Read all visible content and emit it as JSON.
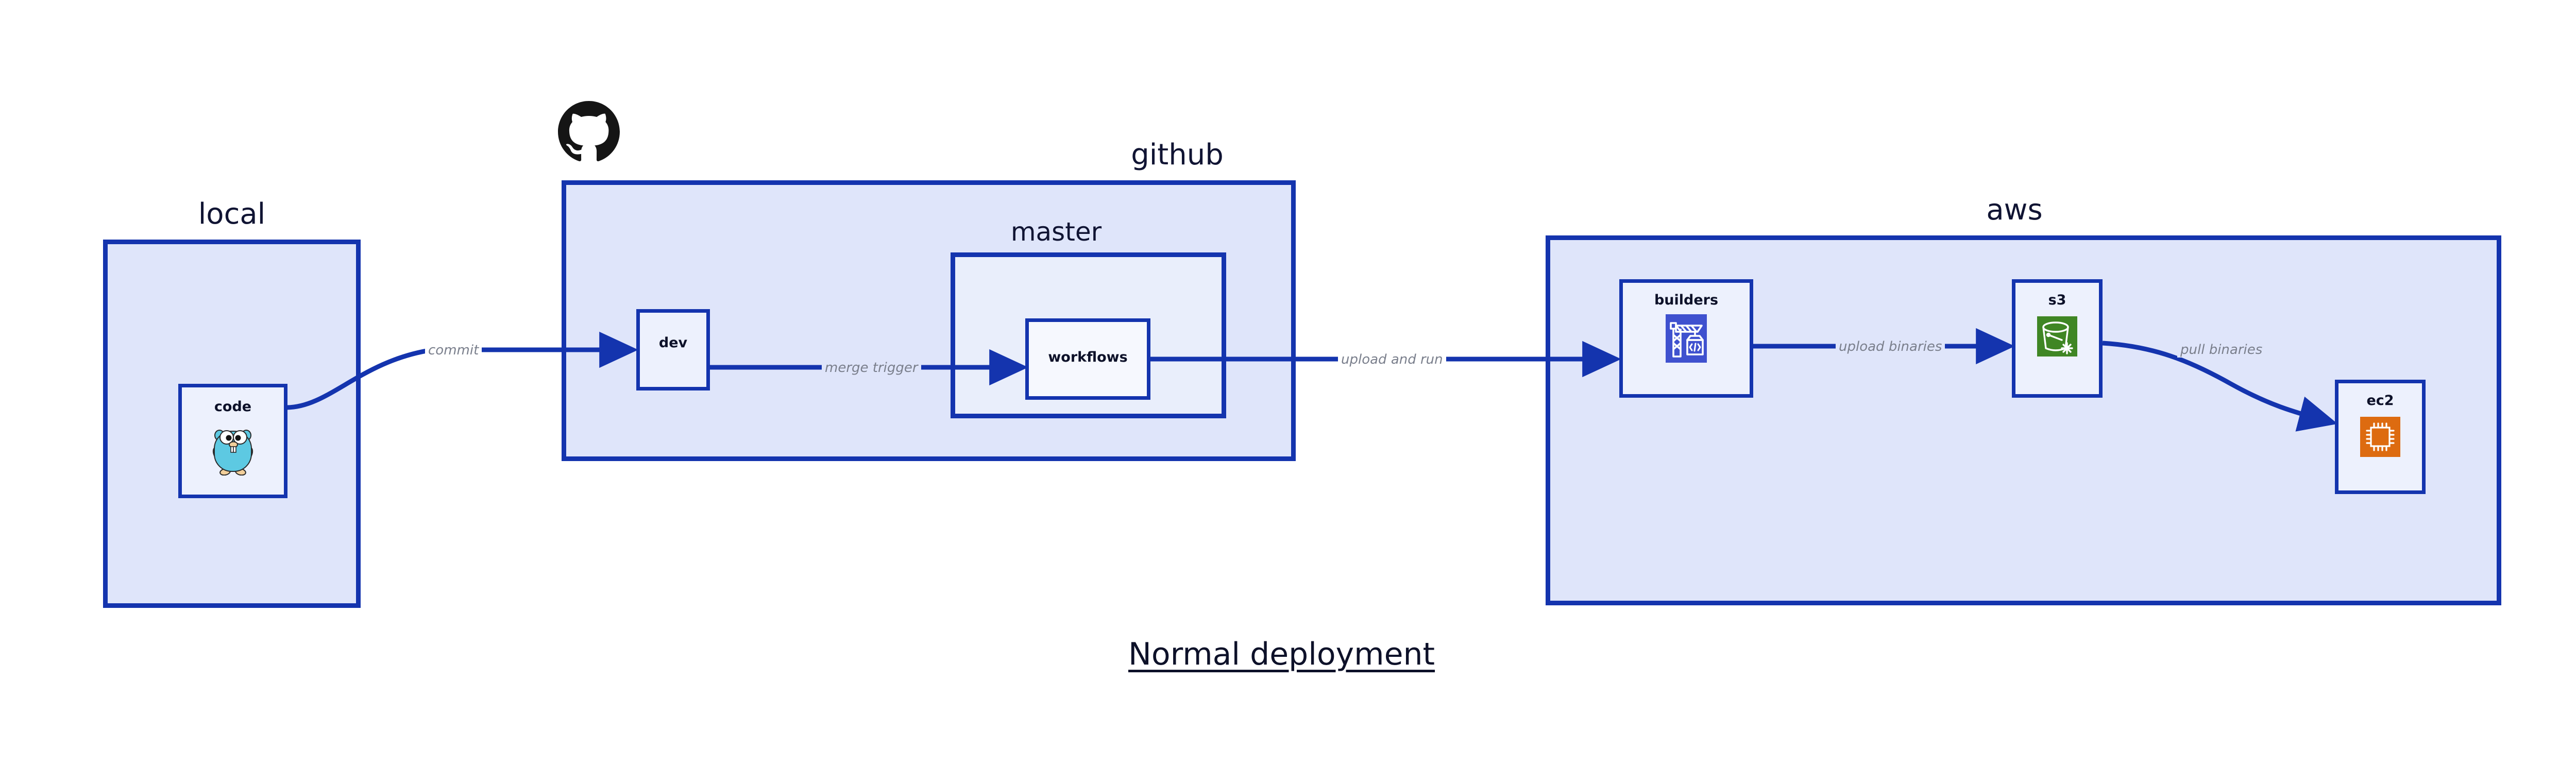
{
  "title": "Normal deployment",
  "colors": {
    "edge": "#1434ae",
    "group_fill": "#dfe5fa",
    "group_fill_light": "#e9eefb",
    "node_fill": "#edf1fd",
    "label_text": "#0d1129",
    "edge_label_text": "#7a7f8c",
    "codebuild_icon": "#3f51cf",
    "s3_icon": "#3f8624",
    "ec2_icon": "#dd6b10",
    "gopher_body": "#5dc9e2",
    "github_mark": "#151515"
  },
  "groups": [
    {
      "id": "local",
      "label": "local",
      "icon": ""
    },
    {
      "id": "github",
      "label": "github",
      "icon": "github-octocat-icon"
    },
    {
      "id": "master",
      "label": "master",
      "icon": ""
    },
    {
      "id": "aws",
      "label": "aws",
      "icon": ""
    }
  ],
  "nodes": [
    {
      "id": "code",
      "label": "code",
      "icon": "go-gopher-icon"
    },
    {
      "id": "dev",
      "label": "dev",
      "icon": ""
    },
    {
      "id": "workflows",
      "label": "workflows",
      "icon": ""
    },
    {
      "id": "builders",
      "label": "builders",
      "icon": "aws-codebuild-icon"
    },
    {
      "id": "s3",
      "label": "s3",
      "icon": "aws-s3-bucket-icon"
    },
    {
      "id": "ec2",
      "label": "ec2",
      "icon": "aws-ec2-chip-icon"
    }
  ],
  "edges": [
    {
      "id": "commit",
      "label": "commit",
      "from": "code",
      "to": "dev",
      "shape": "curved"
    },
    {
      "id": "merge-trigger",
      "label": "merge trigger",
      "from": "dev",
      "to": "workflows",
      "shape": "straight"
    },
    {
      "id": "upload-and-run",
      "label": "upload and run",
      "from": "workflows",
      "to": "builders",
      "shape": "straight"
    },
    {
      "id": "upload-binaries",
      "label": "upload binaries",
      "from": "builders",
      "to": "s3",
      "shape": "straight"
    },
    {
      "id": "pull-binaries",
      "label": "pull binaries",
      "from": "s3",
      "to": "ec2",
      "shape": "curved"
    }
  ]
}
